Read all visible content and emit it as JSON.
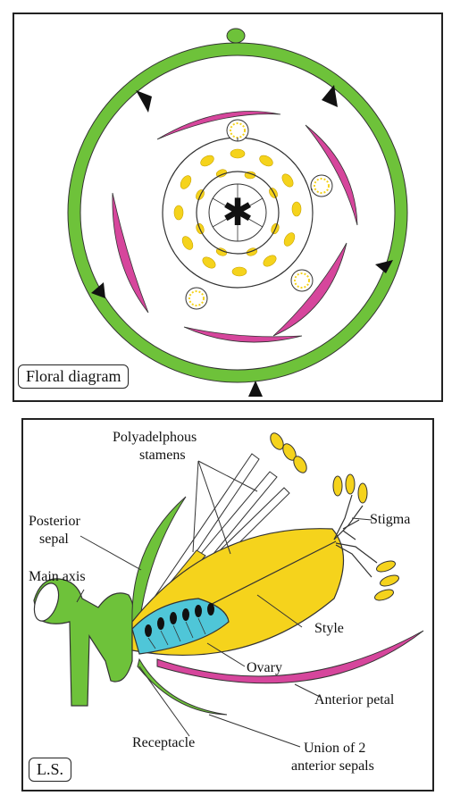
{
  "top": {
    "caption": "Floral diagram"
  },
  "bottom": {
    "caption": "L.S.",
    "labels": {
      "stamens_1": "Polyadelphous",
      "stamens_2": "stamens",
      "stigma": "Stigma",
      "posterior_1": "Posterior",
      "posterior_2": "sepal",
      "main_axis": "Main axis",
      "style": "Style",
      "ovary": "Ovary",
      "anterior_petal": "Anterior petal",
      "receptacle": "Receptacle",
      "union_1": "Union of 2",
      "union_2": "anterior sepals"
    }
  },
  "colors": {
    "sepal_green": "#6ec23a",
    "petal_magenta": "#d6469c",
    "anther_yellow": "#f5d31c",
    "ovary_blue": "#4fc6d8",
    "ovule_black": "#111111",
    "outline": "#222222"
  },
  "icons": {
    "center_symbol": "star-symbol"
  }
}
